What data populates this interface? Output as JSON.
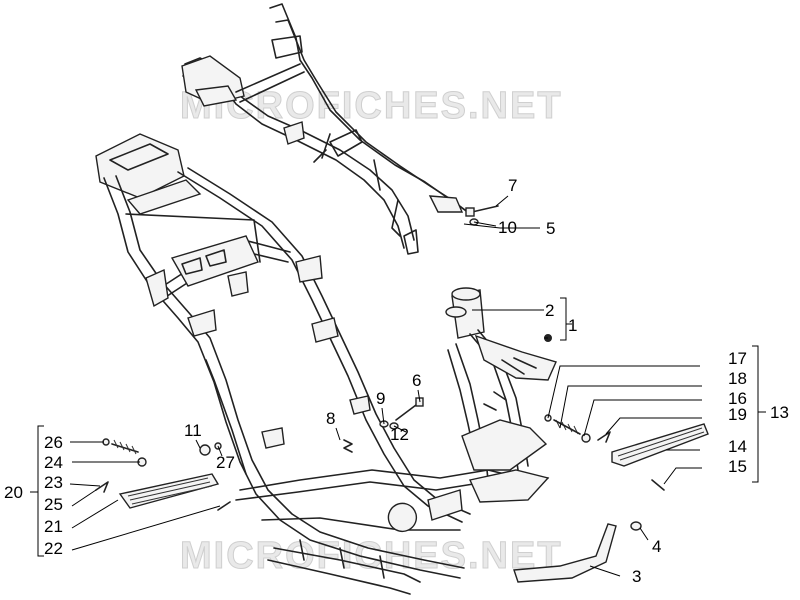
{
  "watermarks": [
    "MICROFICHES.NET",
    "MICROFICHES.NET"
  ],
  "labels": {
    "l1": "1",
    "l2": "2",
    "l3": "3",
    "l4": "4",
    "l5": "5",
    "l6": "6",
    "l7": "7",
    "l8": "8",
    "l9": "9",
    "l10": "10",
    "l11": "11",
    "l12": "12",
    "l13": "13",
    "l14": "14",
    "l15": "15",
    "l16": "16",
    "l17": "17",
    "l18": "18",
    "l19": "19",
    "l20": "20",
    "l21": "21",
    "l22": "22",
    "l23": "23",
    "l24": "24",
    "l25": "25",
    "l26": "26",
    "l27": "27"
  }
}
